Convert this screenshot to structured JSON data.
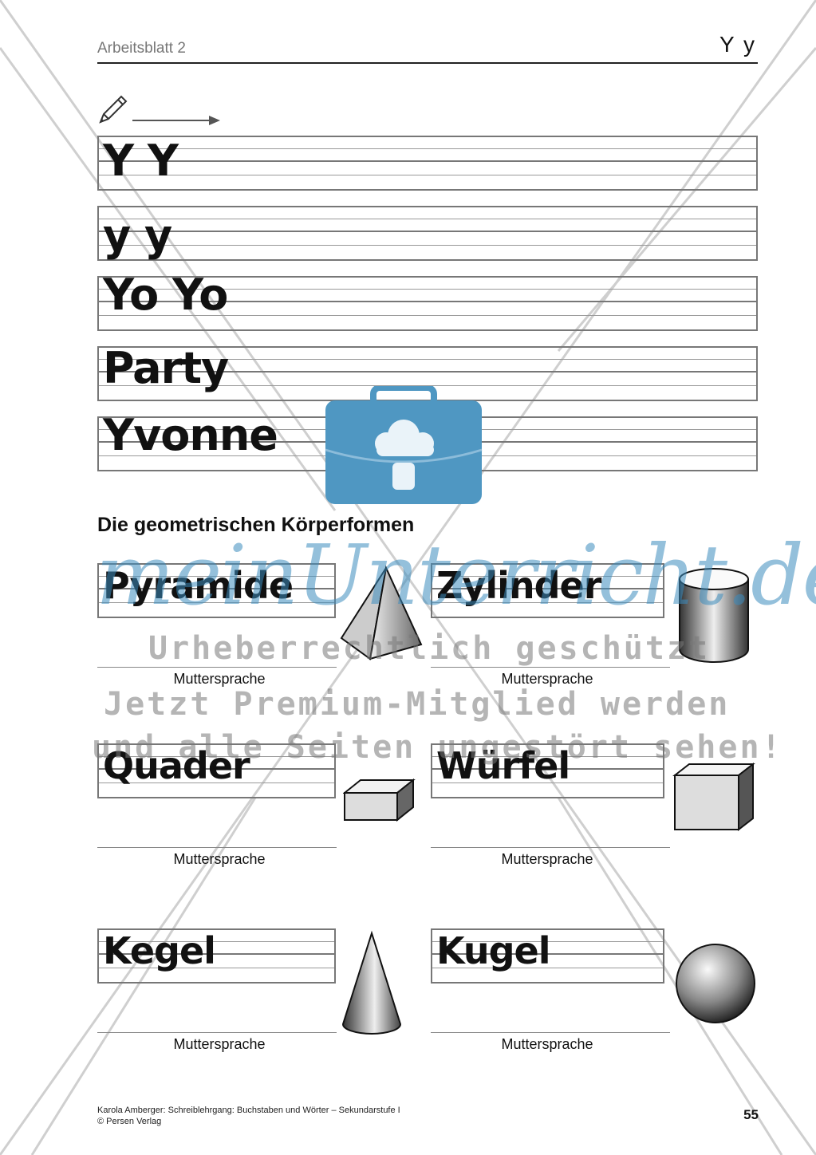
{
  "header": {
    "worksheet": "Arbeitsblatt 2",
    "letters": "Y y"
  },
  "practice_rows": [
    {
      "word": "Y Y"
    },
    {
      "word": "y y"
    },
    {
      "word": "Yo Yo"
    },
    {
      "word": "Party"
    },
    {
      "word": "Yvonne"
    }
  ],
  "section": {
    "title": "Die geometrischen Körperformen"
  },
  "shapes": [
    {
      "word": "Pyramide",
      "label": "Muttersprache",
      "icon": "pyramid-icon"
    },
    {
      "word": "Zylinder",
      "label": "Muttersprache",
      "icon": "cylinder-icon"
    },
    {
      "word": "Quader",
      "label": "Muttersprache",
      "icon": "cuboid-icon"
    },
    {
      "word": "Würfel",
      "label": "Muttersprache",
      "icon": "cube-icon"
    },
    {
      "word": "Kegel",
      "label": "Muttersprache",
      "icon": "cone-icon"
    },
    {
      "word": "Kugel",
      "label": "Muttersprache",
      "icon": "sphere-icon"
    }
  ],
  "watermark": {
    "script": "meinUnterricht.de",
    "line1": "Urheberrechtlich geschützt",
    "line2": "Jetzt Premium-Mitglied werden",
    "line3": "und alle Seiten ungestört sehen!"
  },
  "footer": {
    "credit": "Karola Amberger: Schreiblehrgang: Buchstaben und Wörter – Sekundarstufe I",
    "publisher": "© Persen Verlag",
    "page": "55"
  },
  "colors": {
    "watermark_blue": "#3c8cbe",
    "watermark_grey": "#787878"
  }
}
